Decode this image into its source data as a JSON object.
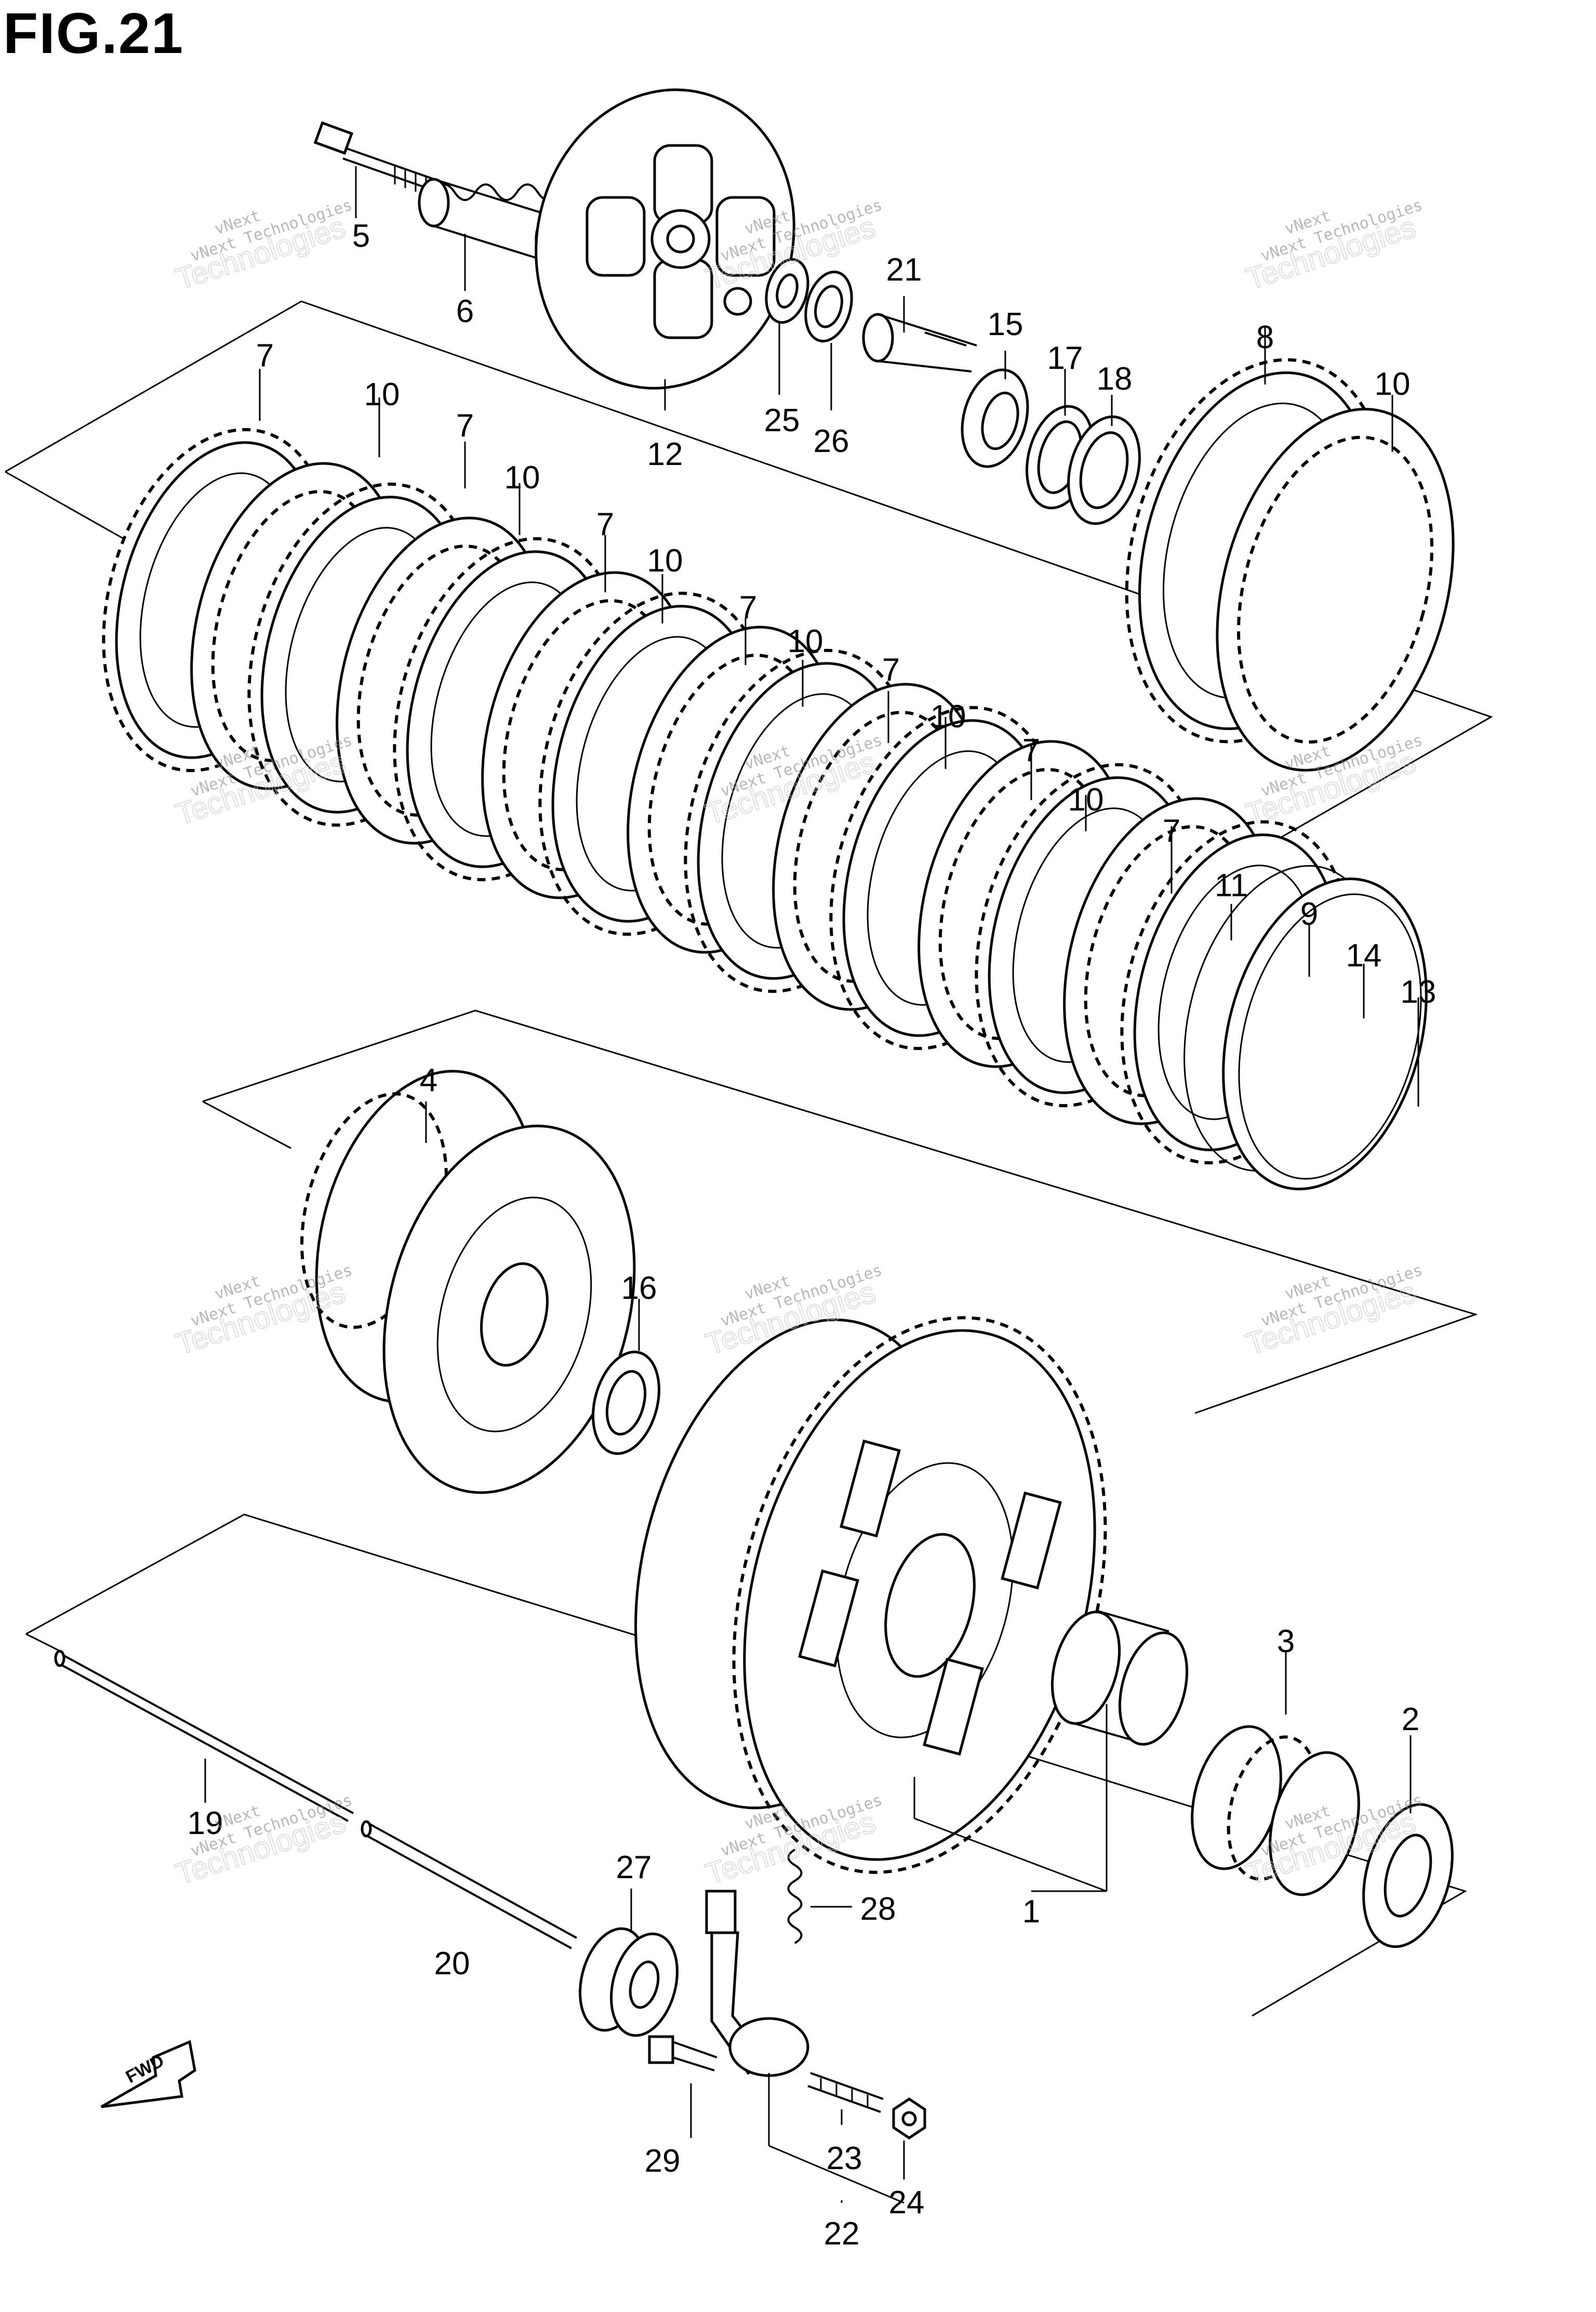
{
  "figure_title": "FIG.21",
  "callouts": [
    {
      "id": "1",
      "text": "1"
    },
    {
      "id": "2",
      "text": "2"
    },
    {
      "id": "3",
      "text": "3"
    },
    {
      "id": "4",
      "text": "4"
    },
    {
      "id": "5",
      "text": "5"
    },
    {
      "id": "6",
      "text": "6"
    },
    {
      "id": "7",
      "text": "7"
    },
    {
      "id": "8",
      "text": "8"
    },
    {
      "id": "9",
      "text": "9"
    },
    {
      "id": "10",
      "text": "10"
    },
    {
      "id": "11",
      "text": "11"
    },
    {
      "id": "12",
      "text": "12"
    },
    {
      "id": "13",
      "text": "13"
    },
    {
      "id": "14",
      "text": "14"
    },
    {
      "id": "15",
      "text": "15"
    },
    {
      "id": "16",
      "text": "16"
    },
    {
      "id": "17",
      "text": "17"
    },
    {
      "id": "18",
      "text": "18"
    },
    {
      "id": "19",
      "text": "19"
    },
    {
      "id": "20",
      "text": "20"
    },
    {
      "id": "21",
      "text": "21"
    },
    {
      "id": "22",
      "text": "22"
    },
    {
      "id": "23",
      "text": "23"
    },
    {
      "id": "24",
      "text": "24"
    },
    {
      "id": "25",
      "text": "25"
    },
    {
      "id": "26",
      "text": "26"
    },
    {
      "id": "27",
      "text": "27"
    },
    {
      "id": "28",
      "text": "28"
    },
    {
      "id": "29",
      "text": "29"
    }
  ],
  "watermark": {
    "line1": "vNext",
    "line2": "vNext Technologies",
    "line3": "Technologies"
  },
  "fwd_label": "FWD"
}
